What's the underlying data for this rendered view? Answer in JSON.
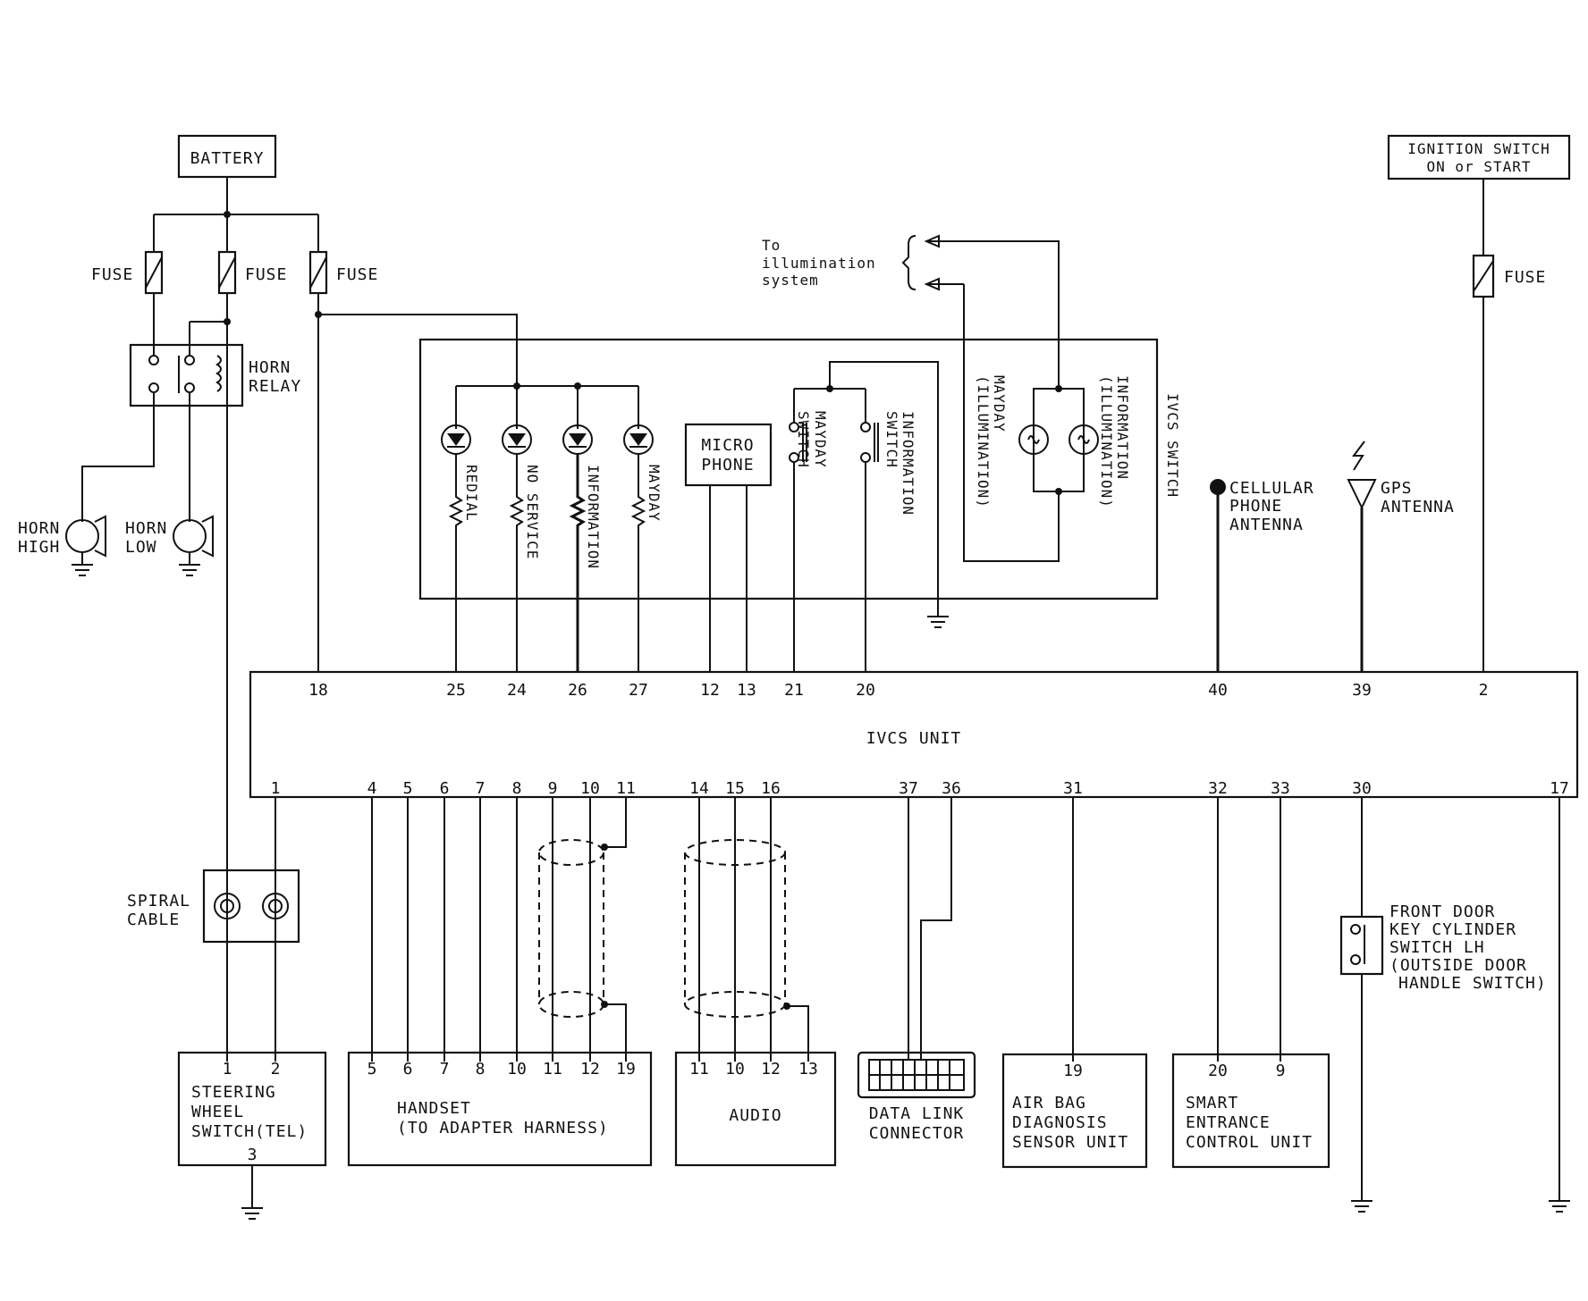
{
  "labels": {
    "battery": "BATTERY",
    "fuse": "FUSE",
    "horn_relay": [
      "HORN",
      "RELAY"
    ],
    "horn_high": [
      "HORN",
      "HIGH"
    ],
    "horn_low": [
      "HORN",
      "LOW"
    ],
    "spiral_cable": [
      "SPIRAL",
      "CABLE"
    ],
    "ignition_switch": [
      "IGNITION SWITCH",
      "ON or START"
    ],
    "illumination": [
      "To",
      "illumination",
      "system"
    ],
    "led_labels": [
      "REDIAL",
      "NO SERVICE",
      "INFORMATION",
      "MAYDAY"
    ],
    "microphone": [
      "MICRO",
      "PHONE"
    ],
    "mayday_switch": [
      "MAYDAY",
      "SWITCH"
    ],
    "information_switch": [
      "INFORMATION",
      "SWITCH"
    ],
    "mayday_illum": [
      "MAYDAY",
      "(ILLUMINATION)"
    ],
    "information_illum": [
      "INFORMATION",
      "(ILLUMINATION)"
    ],
    "ivcs_switch": "IVCS SWITCH",
    "cellular_antenna": [
      "CELLULAR",
      "PHONE",
      "ANTENNA"
    ],
    "gps_antenna": [
      "GPS",
      "ANTENNA"
    ],
    "ivcs_unit": "IVCS UNIT",
    "steering_switch": [
      "STEERING",
      "WHEEL",
      "SWITCH(TEL)"
    ],
    "handset": [
      "HANDSET",
      "(TO ADAPTER HARNESS)"
    ],
    "audio": "AUDIO",
    "data_link": [
      "DATA LINK",
      "CONNECTOR"
    ],
    "airbag": [
      "AIR BAG",
      "DIAGNOSIS",
      "SENSOR UNIT"
    ],
    "smart_entrance": [
      "SMART",
      "ENTRANCE",
      "CONTROL UNIT"
    ],
    "front_door": [
      "FRONT DOOR",
      "KEY CYLINDER",
      "SWITCH LH",
      "(OUTSIDE DOOR",
      "HANDLE SWITCH)"
    ]
  },
  "unit_pins_top": [
    "18",
    "25",
    "24",
    "26",
    "27",
    "12",
    "13",
    "21",
    "20",
    "40",
    "39",
    "2"
  ],
  "unit_pins_bottom": [
    "1",
    "4",
    "5",
    "6",
    "7",
    "8",
    "9",
    "10",
    "11",
    "14",
    "15",
    "16",
    "37",
    "36",
    "31",
    "32",
    "33",
    "30",
    "17"
  ],
  "connector_pins": {
    "steering": [
      "1",
      "2",
      "3"
    ],
    "handset": [
      "5",
      "6",
      "7",
      "8",
      "10",
      "11",
      "12",
      "19"
    ],
    "audio": [
      "11",
      "10",
      "12",
      "13"
    ],
    "airbag": [
      "19"
    ],
    "smart": [
      "20",
      "9"
    ]
  }
}
